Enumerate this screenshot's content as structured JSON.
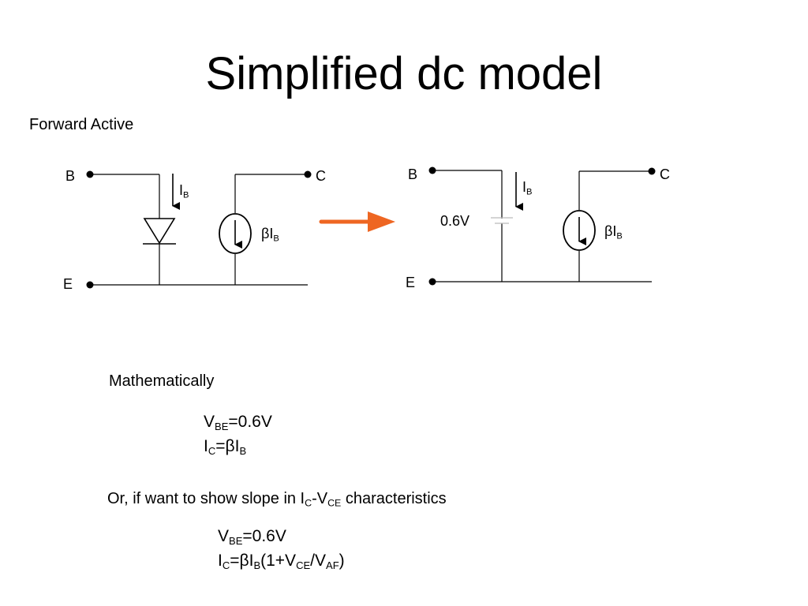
{
  "title": "Simplified dc model",
  "subtitle": "Forward Active",
  "left_circuit": {
    "node_b": "B",
    "node_c": "C",
    "node_e": "E",
    "ib_main": "I",
    "ib_sub": "B",
    "src_beta": "βI",
    "src_sub": "B"
  },
  "right_circuit": {
    "node_b": "B",
    "node_c": "C",
    "node_e": "E",
    "ib_main": "I",
    "ib_sub": "B",
    "voltage": "0.6V",
    "src_beta": "βI",
    "src_sub": "B"
  },
  "colors": {
    "arrow": "#ee6622"
  },
  "math": {
    "heading": "Mathematically",
    "eq1": {
      "v": "V",
      "v_sub": "BE",
      "rhs": "=0.6V"
    },
    "eq2": {
      "i": "I",
      "i_sub": "C",
      "mid": "=βI",
      "mid_sub": "B"
    },
    "slope_line": {
      "pre": "Or, if want to show slope in I",
      "sub1": "C",
      "mid": "-V",
      "sub2": "CE",
      "post": " characteristics"
    },
    "eq3": {
      "v": "V",
      "v_sub": "BE",
      "rhs": "=0.6V"
    },
    "eq4": {
      "i": "I",
      "i_sub": "C",
      "a": "=βI",
      "a_sub": "B",
      "b": "(1+V",
      "b_sub": "CE",
      "c": "/V",
      "c_sub": "AF",
      "d": ")"
    }
  }
}
